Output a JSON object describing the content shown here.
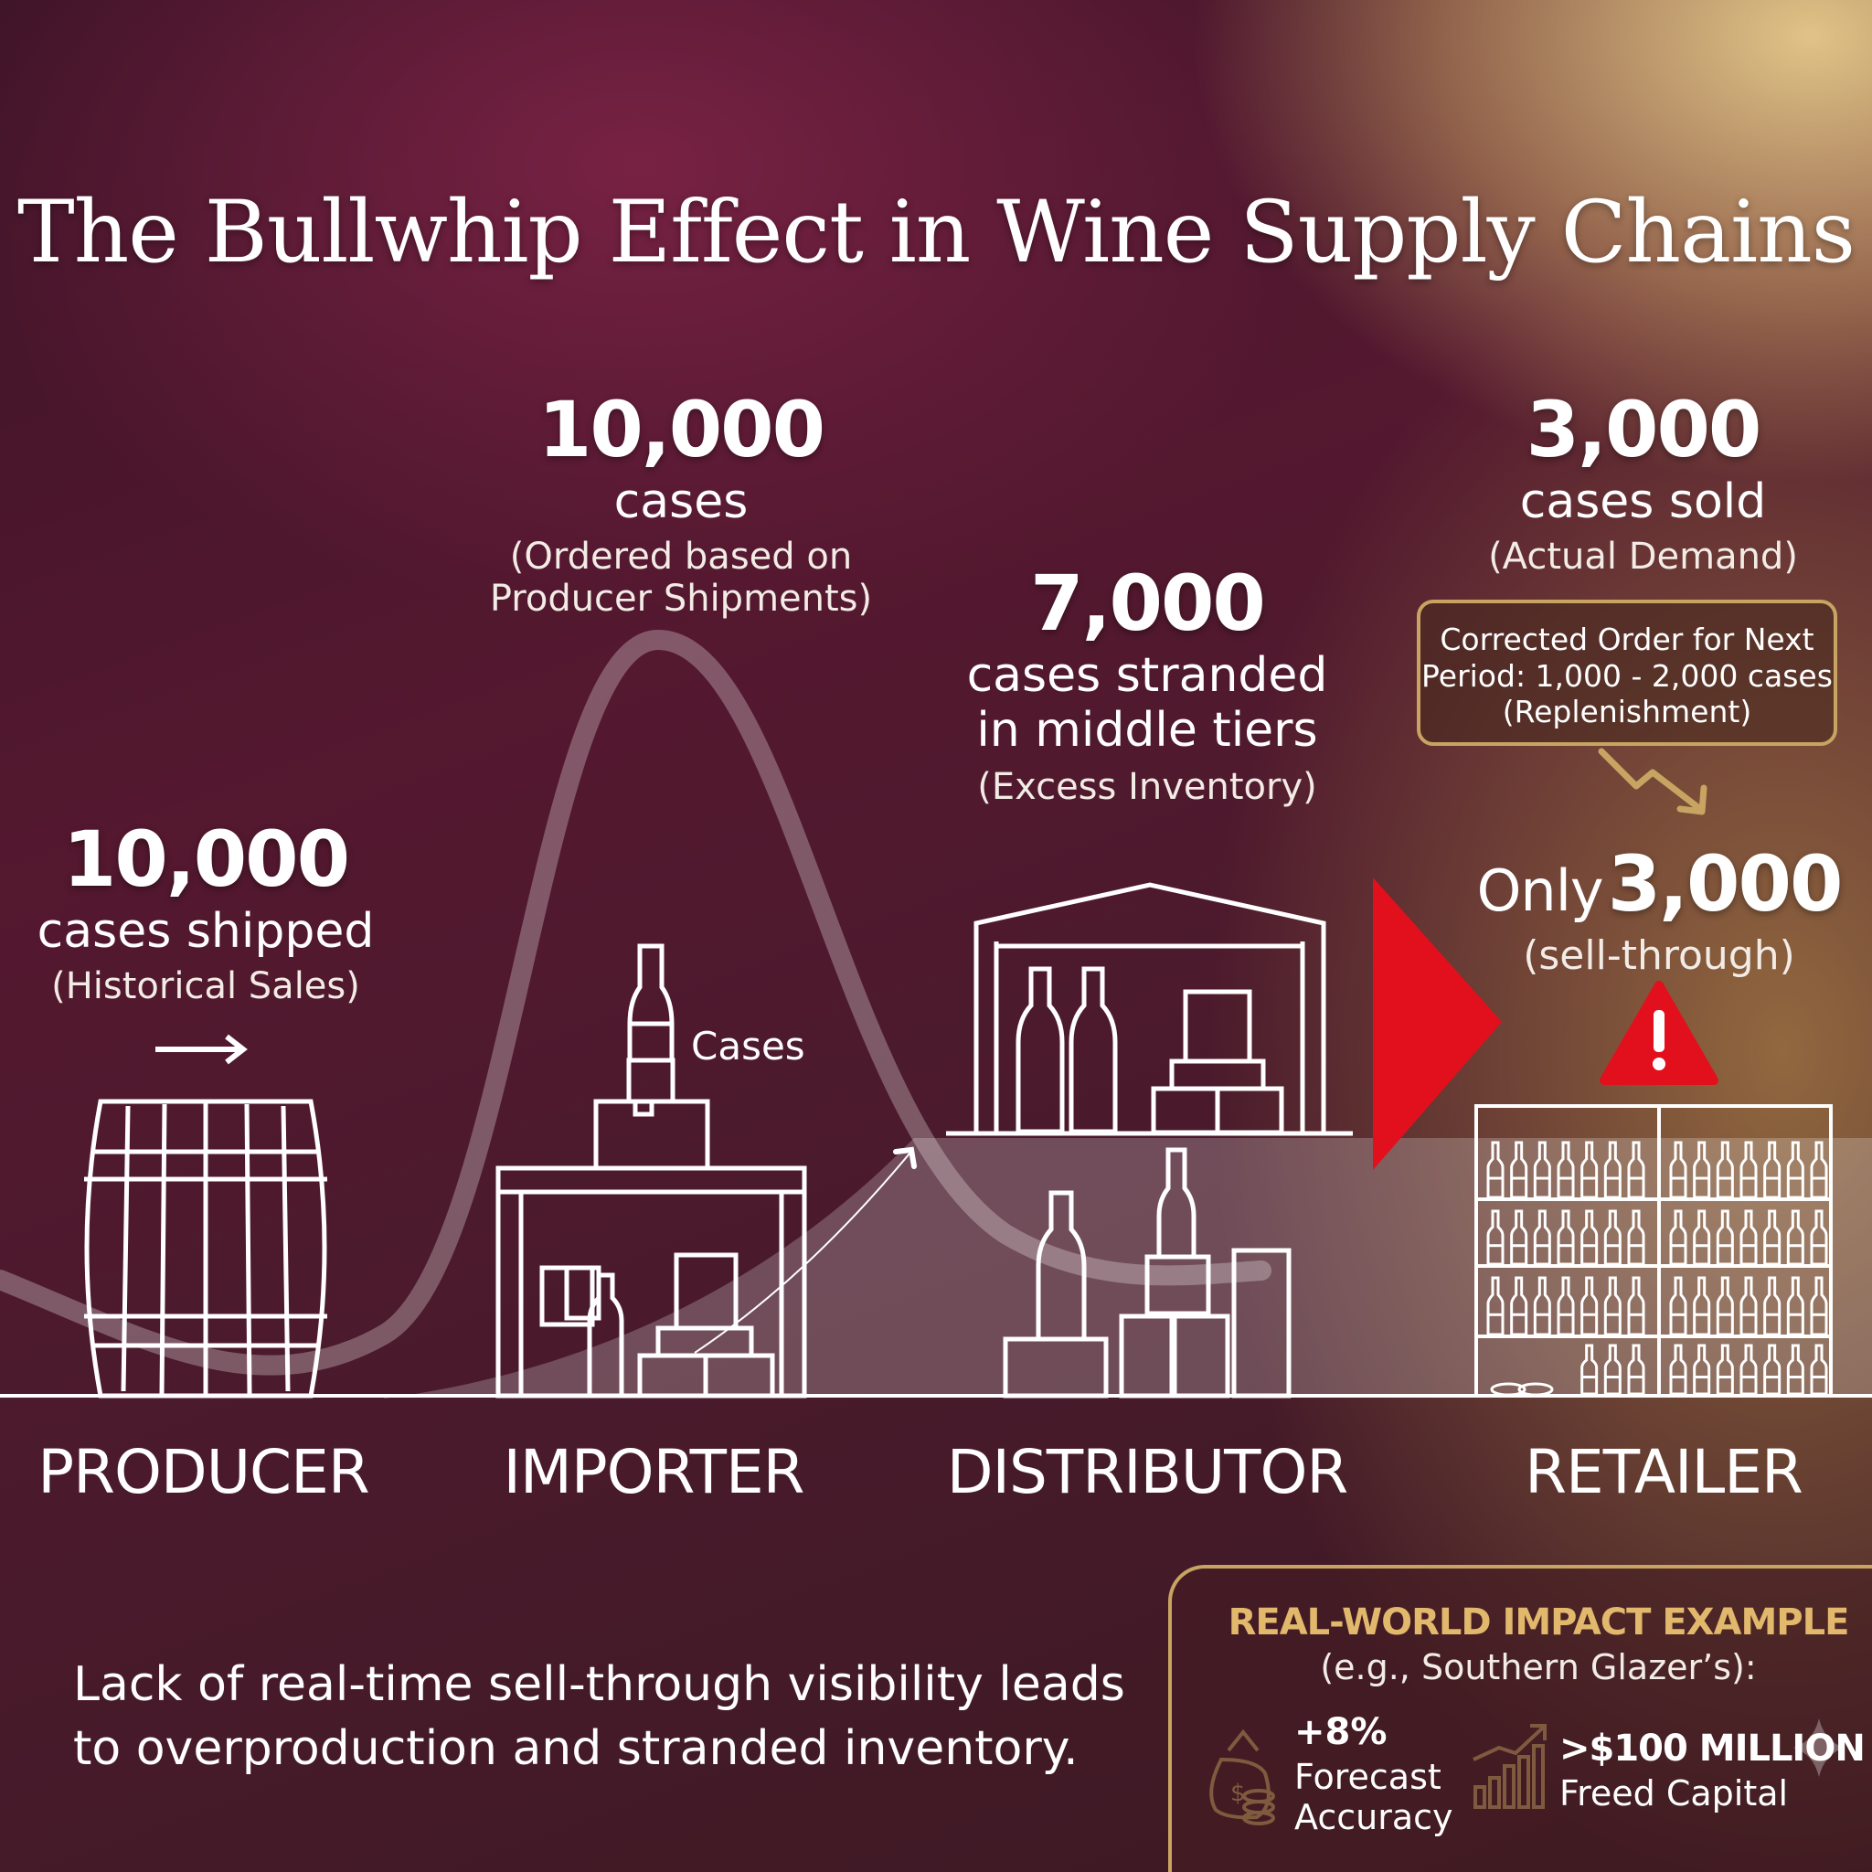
{
  "title": "The Bullwhip Effect in Wine Supply Chains",
  "stages": {
    "producer": {
      "label": "PRODUCER",
      "value": "10,000",
      "unit": "cases shipped",
      "note": "(Historical Sales)"
    },
    "importer": {
      "label": "IMPORTER",
      "value": "10,000",
      "unit": "cases",
      "note_line1": "(Ordered based on",
      "note_line2": "Producer Shipments)",
      "icon_label": "Cases"
    },
    "distributor": {
      "label": "DISTRIBUTOR",
      "value": "7,000",
      "unit_line1": "cases stranded",
      "unit_line2": "in middle tiers",
      "note": "(Excess Inventory)"
    },
    "retailer": {
      "label": "RETAILER",
      "value": "3,000",
      "unit": "cases sold",
      "note": "(Actual Demand)",
      "corrected_line1": "Corrected Order for Next",
      "corrected_line2": "Period: 1,000 - 2,000 cases",
      "corrected_line3": "(Replenishment)",
      "only_prefix": "Only",
      "only_value": "3,000",
      "only_note": "(sell-through)"
    }
  },
  "tagline_line1": "Lack of real-time sell-through visibility leads",
  "tagline_line2": "to overproduction and stranded inventory.",
  "impact": {
    "heading": "REAL-WORLD IMPACT EXAMPLE",
    "subheading": "(e.g., Southern Glazer’s):",
    "metric1_value": "+8%",
    "metric1_line1": "Forecast",
    "metric1_line2": "Accuracy",
    "metric2_value": ">$100 MILLION",
    "metric2_label": "Freed Capital"
  },
  "colors": {
    "accent_gold": "#c8a462",
    "alert_red": "#e2101c",
    "line_white": "#ffffff"
  },
  "icons": [
    "barrel-icon",
    "wine-bottle-icon",
    "box-icon",
    "warehouse-icon",
    "shelf-icon",
    "warning-icon",
    "money-bag-icon",
    "bar-chart-icon",
    "trend-down-arrow-icon",
    "sparkle-icon"
  ]
}
